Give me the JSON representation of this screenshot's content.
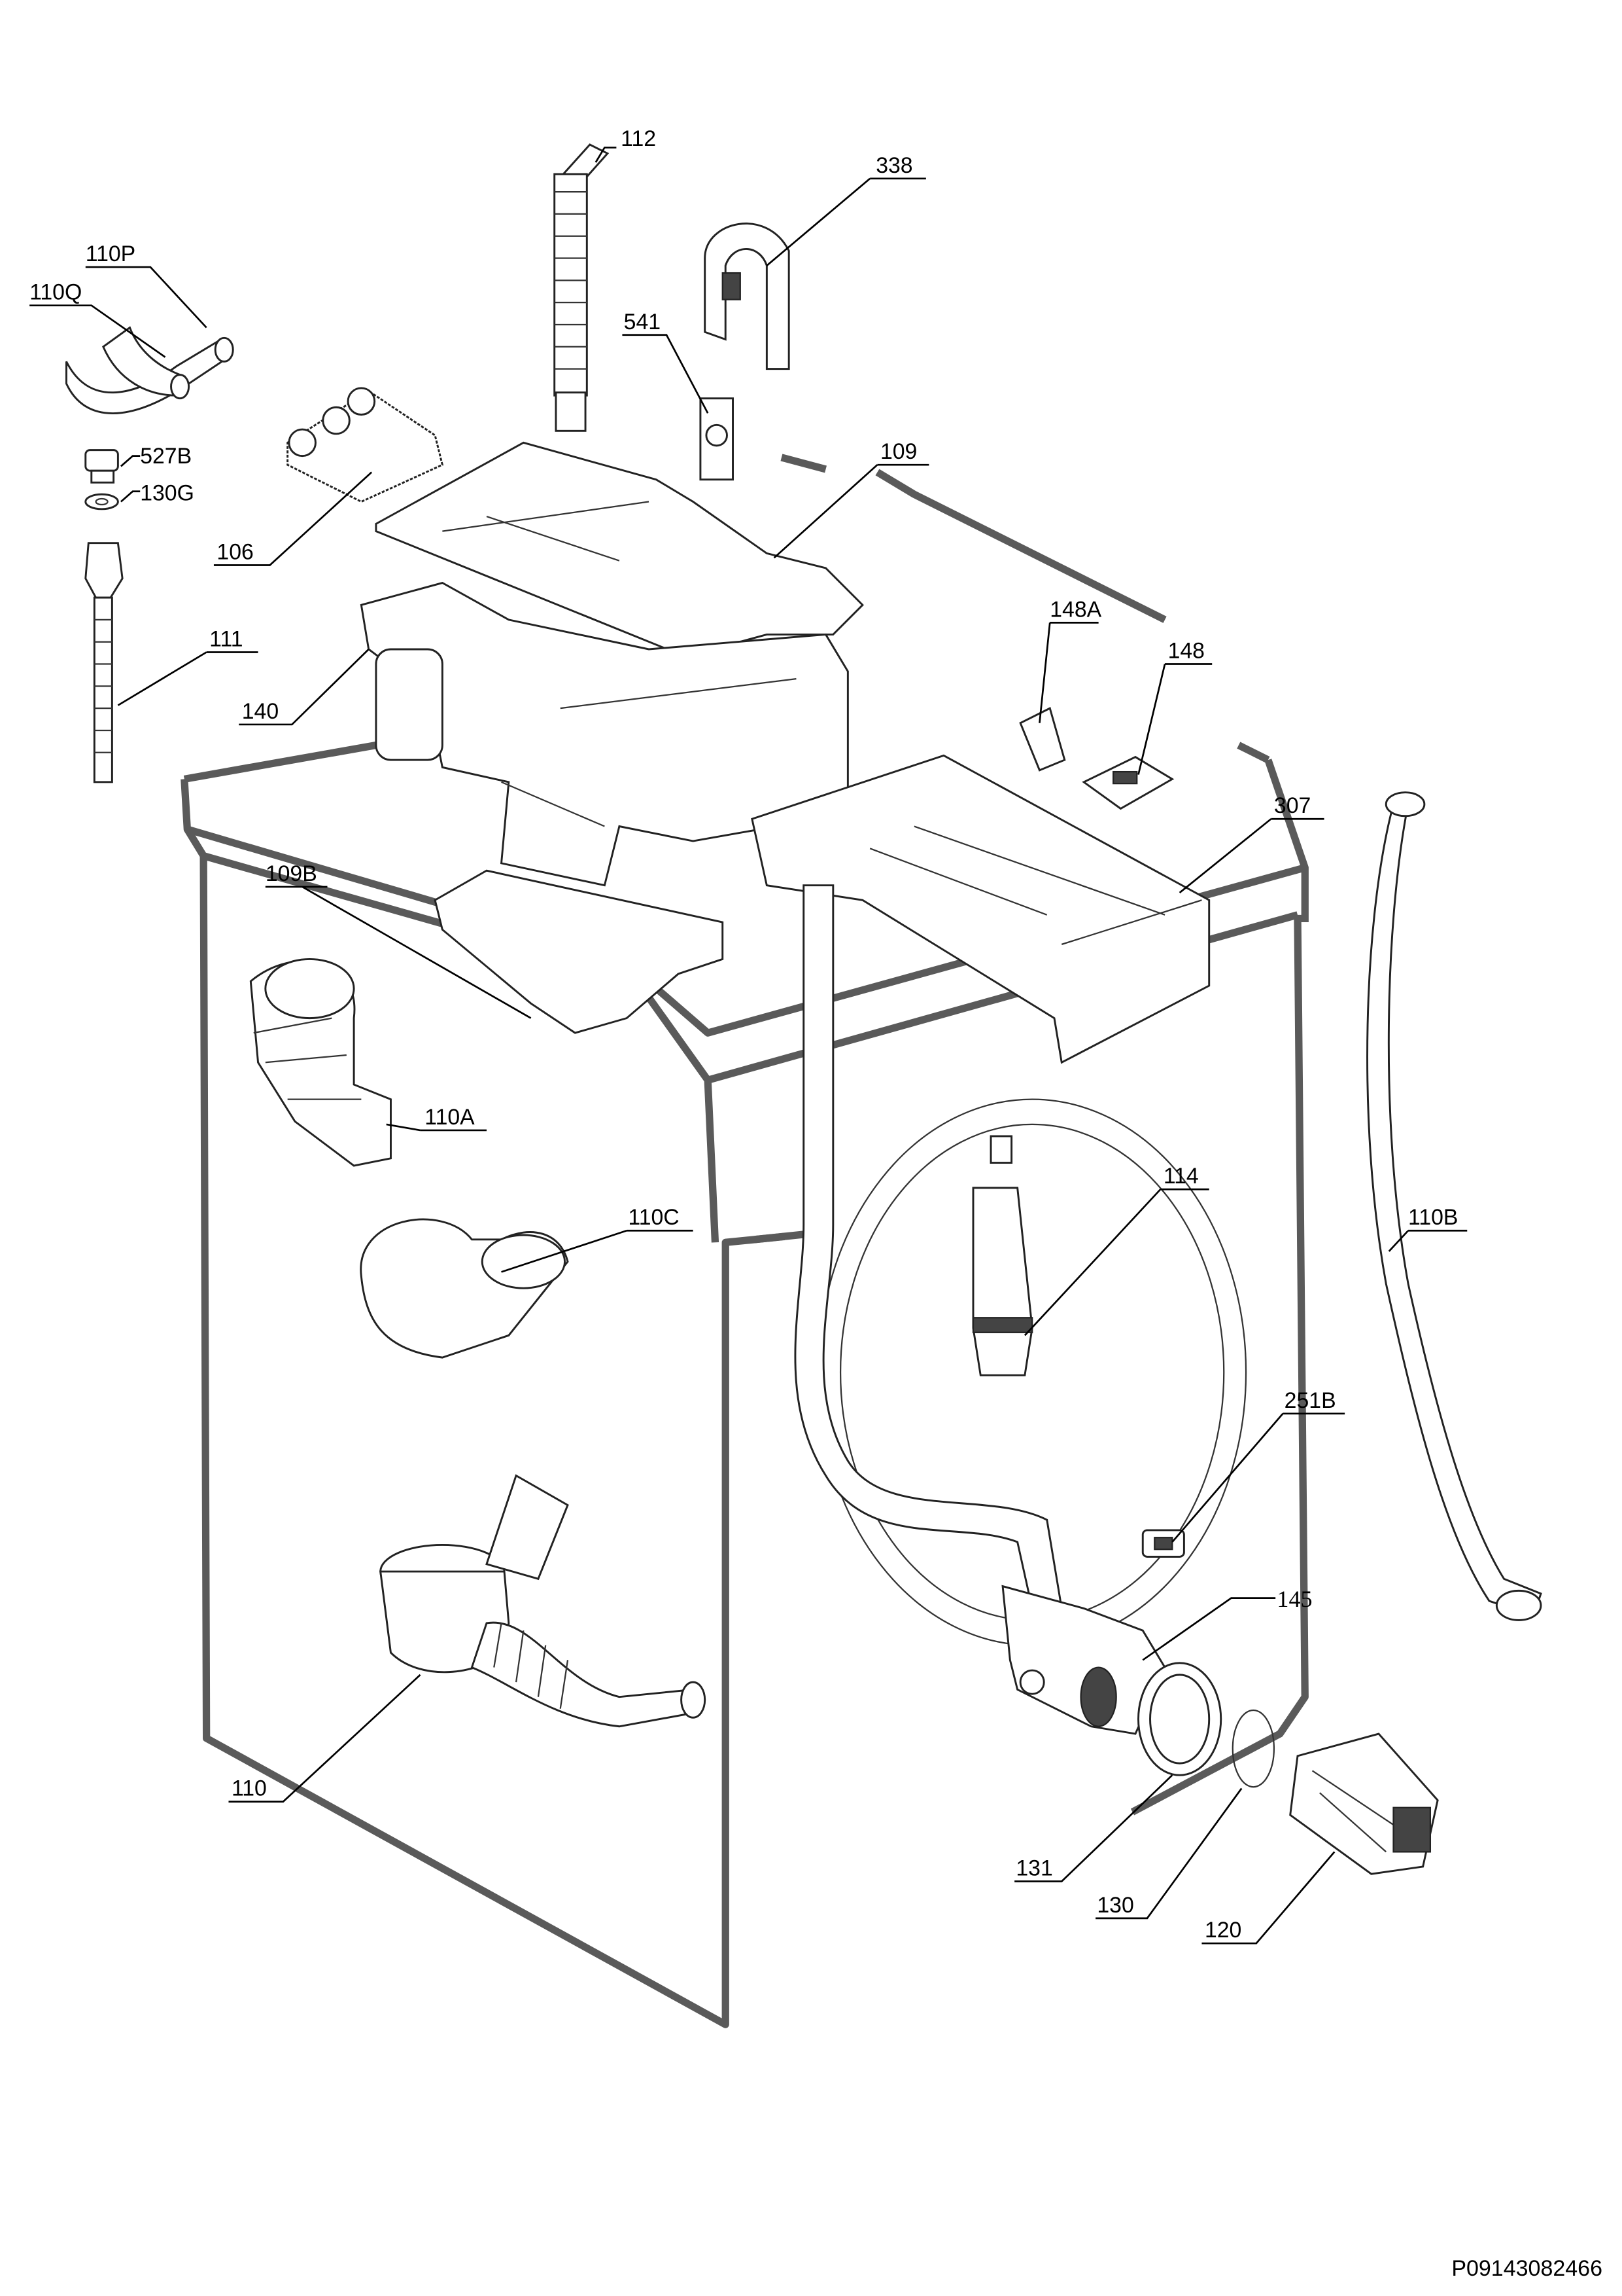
{
  "diagram": {
    "callouts": {
      "c112": "112",
      "c338": "338",
      "c110P": "110P",
      "c110Q": "110Q",
      "c541": "541",
      "c109": "109",
      "c527B": "527B",
      "c130G": "130G",
      "c106": "106",
      "c148A": "148A",
      "c111": "111",
      "c148": "148",
      "c140": "140",
      "c307": "307",
      "c109B": "109B",
      "c110A": "110A",
      "c114": "114",
      "c110C": "110C",
      "c110B": "110B",
      "c251B": "251B",
      "c145": "145",
      "c110": "110",
      "c131": "131",
      "c130": "130",
      "c120": "120"
    },
    "drawing_code": "P09143082466"
  }
}
